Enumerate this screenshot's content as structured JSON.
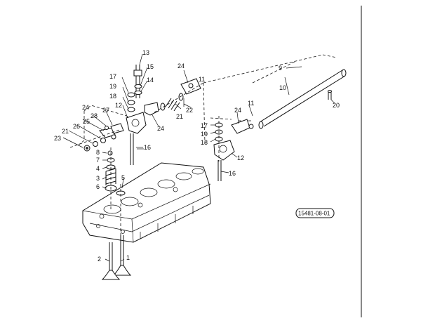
{
  "labels": {
    "n1": "1",
    "n2": "2",
    "n3": "3",
    "n4": "4",
    "n5": "5",
    "n6": "6",
    "n7": "7",
    "n8": "8",
    "n9": "9",
    "n10": "10",
    "n11a": "11",
    "n11b": "11",
    "n12a": "12",
    "n12b": "12",
    "n13": "13",
    "n14": "14",
    "n15": "15",
    "n16a": "16",
    "n16b": "16",
    "n17a": "17",
    "n17b": "17",
    "n18a": "18",
    "n18b": "18",
    "n19a": "19",
    "n19b": "19",
    "n20": "20",
    "n21a": "21",
    "n21b": "21",
    "n22": "22",
    "n23": "23",
    "n24a": "24",
    "n24b": "24",
    "n24c": "24",
    "n24d": "24",
    "n25": "25",
    "n26": "26",
    "n27": "27",
    "n28": "28"
  },
  "reference_code": "15481-08-01"
}
